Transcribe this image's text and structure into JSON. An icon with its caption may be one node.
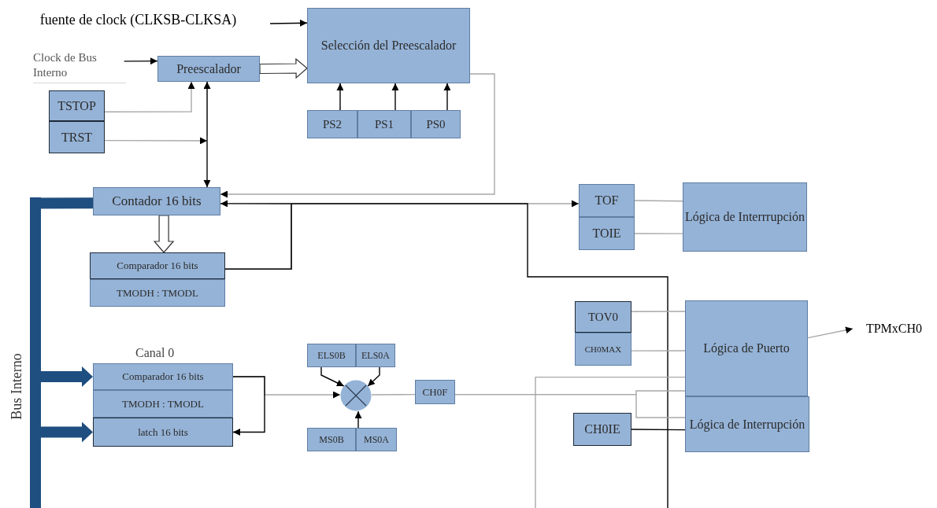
{
  "diagram": {
    "nodes": [
      {
        "text": [
          "fuente de clock (CLKSB-CLKSA)"
        ]
      },
      {
        "text": [
          "Selección del Preescalador"
        ]
      },
      {
        "text": [
          "Clock de Bus Interno"
        ]
      },
      {
        "text": [
          "Preescalador"
        ]
      },
      {
        "text": [
          "TSTOP"
        ]
      },
      {
        "text": [
          "TRST"
        ]
      },
      {
        "text": [
          "PS2"
        ]
      },
      {
        "text": [
          "PS1"
        ]
      },
      {
        "text": [
          "PS0"
        ]
      },
      {
        "text": [
          "Contador 16 bits"
        ]
      },
      {
        "text": [
          "Comparador 16 bits"
        ]
      },
      {
        "text": [
          "TMODH : TMODL"
        ]
      },
      {
        "text": [
          "Comparador 16 bits"
        ]
      },
      {
        "text": [
          "TMODH : TMODL"
        ]
      },
      {
        "text": [
          "latch 16 bits"
        ]
      },
      {
        "text": [
          "ELS0B"
        ]
      },
      {
        "text": [
          "ELS0A"
        ]
      },
      {
        "text": [],
        "shape": "circle"
      },
      {
        "text": [
          "MS0B"
        ]
      },
      {
        "text": [
          "MS0A"
        ]
      },
      {
        "text": [
          "CH0F"
        ]
      },
      {
        "text": [
          "TOF"
        ]
      },
      {
        "text": [
          "TOIE"
        ]
      },
      {
        "text": [
          "Lógica de Interrrupción"
        ]
      },
      {
        "text": [
          "TOV0"
        ]
      },
      {
        "text": [
          "CH0MAX"
        ]
      },
      {
        "text": [
          "Lógica de Puerto"
        ]
      },
      {
        "text": [
          "Lógica de Interrupción"
        ]
      },
      {
        "text": [
          "CH0IE"
        ]
      },
      {
        "text": [
          "TPMxCH0"
        ]
      },
      {
        "text": [],
        "shape": "bar",
        "beside": [
          "Bus Interno"
        ]
      }
    ],
    "edges": [
      {
        "from": 0,
        "to": 1,
        "arrow": "to",
        "color": "#000000"
      },
      {
        "from": 2,
        "to": 3,
        "arrow": "to",
        "color": "#000000"
      },
      {
        "from": 3,
        "to": 1,
        "arrow": "to",
        "style": "thick"
      },
      {
        "from": 4,
        "to": 3,
        "arrow": "to"
      },
      {
        "from": 5,
        "to": null,
        "arrow": "to"
      },
      {
        "from": 3,
        "to": 9,
        "arrow": "both",
        "color": "#000000"
      },
      {
        "from": 6,
        "to": 1,
        "arrow": "to",
        "color": "#000000"
      },
      {
        "from": 7,
        "to": 1,
        "arrow": "to",
        "color": "#000000"
      },
      {
        "from": 8,
        "to": 1,
        "arrow": "to",
        "color": "#000000"
      },
      {
        "from": 1,
        "to": 9,
        "arrow": "to"
      },
      {
        "from": 10,
        "to": 9,
        "arrow": "to",
        "color": "#000000"
      },
      {
        "from": 10,
        "to": 21,
        "arrow": "to"
      },
      {
        "from": 10,
        "to": null,
        "arrow": "none",
        "color": "#000000"
      },
      {
        "from": 9,
        "to": 10,
        "arrow": "to",
        "style": "thick"
      },
      {
        "from": 21,
        "to": 23,
        "arrow": "none"
      },
      {
        "from": 22,
        "to": 23,
        "arrow": "none"
      },
      {
        "from": 24,
        "to": 26,
        "arrow": "none"
      },
      {
        "from": 25,
        "to": 26,
        "arrow": "none"
      },
      {
        "from": 12,
        "to": 17,
        "arrow": "to"
      },
      {
        "from": 12,
        "to": 14,
        "arrow": "to",
        "color": "#000000"
      },
      {
        "from": 15,
        "to": 17,
        "arrow": "to",
        "color": "#000000"
      },
      {
        "from": 16,
        "to": 17,
        "arrow": "to",
        "color": "#000000"
      },
      {
        "from": 19,
        "to": 17,
        "arrow": "to",
        "color": "#000000"
      },
      {
        "from": 17,
        "to": 20,
        "arrow": "none"
      },
      {
        "from": 20,
        "to": 26,
        "arrow": "none"
      },
      {
        "from": 20,
        "to": 27,
        "arrow": "none"
      },
      {
        "from": 28,
        "to": 27,
        "arrow": "none",
        "color": "#000000"
      },
      {
        "from": 26,
        "to": 29,
        "arrow": "to"
      },
      {
        "from": 26,
        "to": null,
        "arrow": "none"
      },
      {
        "from": 30,
        "to": 9,
        "arrow": "none",
        "style": "thick",
        "color": "#1f4e80"
      },
      {
        "from": 30,
        "to": 12,
        "arrow": "to",
        "style": "thick",
        "color": "#1f4e80"
      },
      {
        "from": 30,
        "to": 14,
        "arrow": "to",
        "style": "thick",
        "color": "#1f4e80"
      }
    ],
    "labels": [
      "Canal 0"
    ]
  }
}
